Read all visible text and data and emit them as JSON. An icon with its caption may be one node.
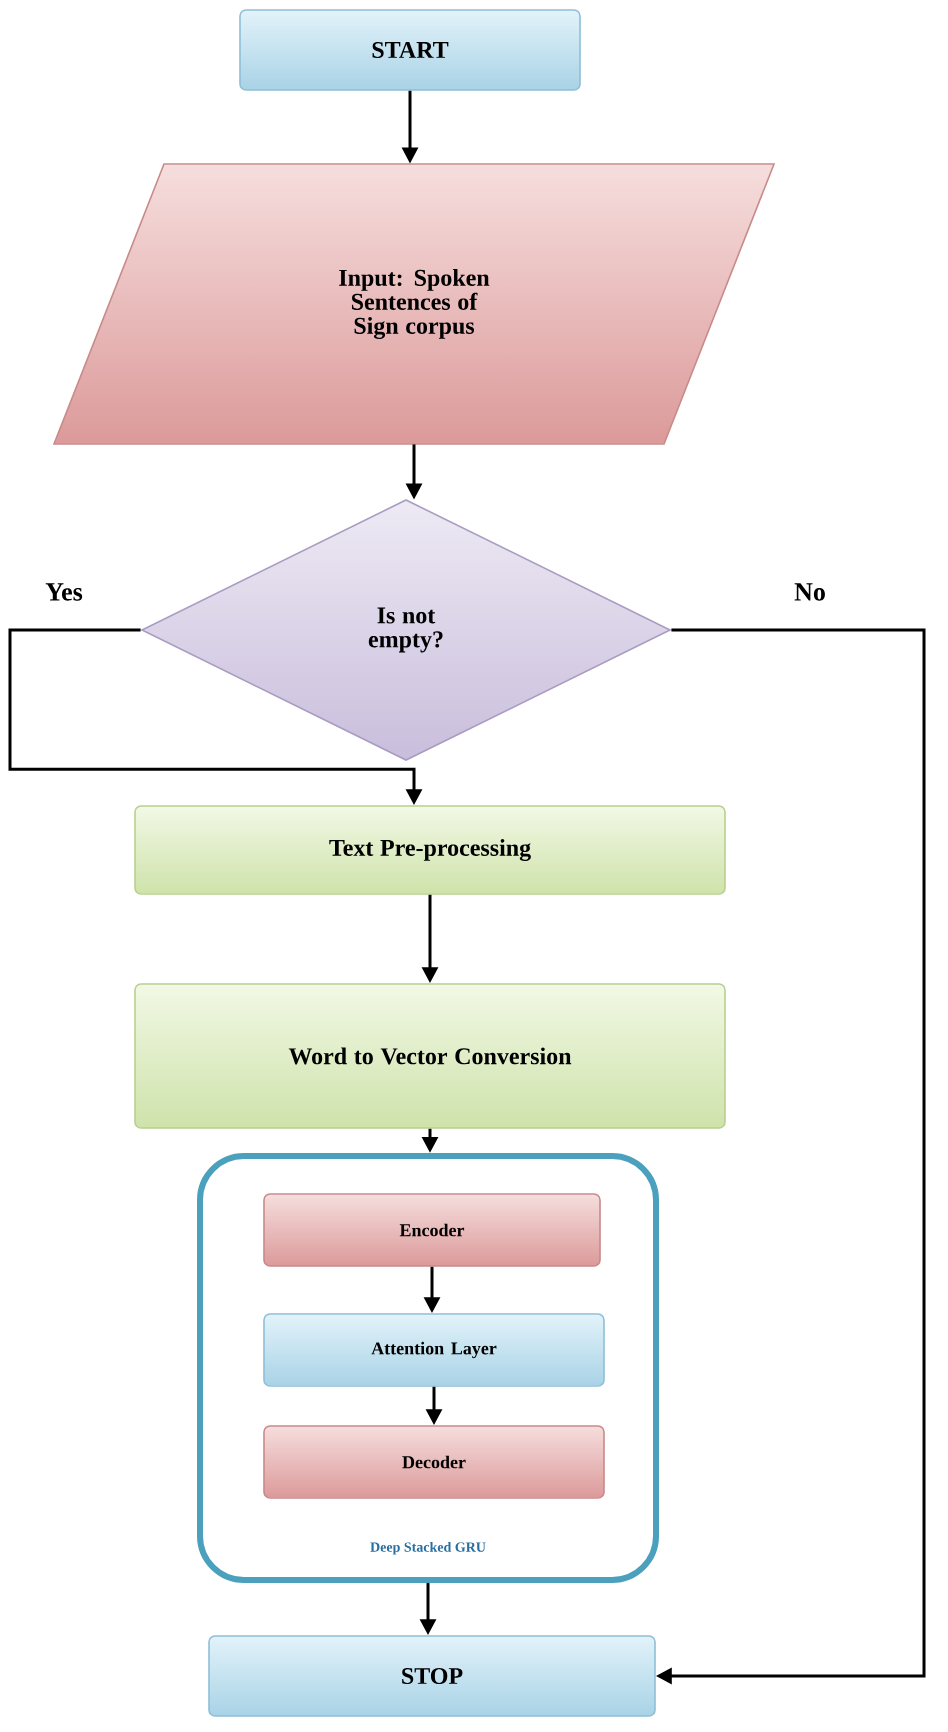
{
  "diagram": {
    "nodes": [
      {
        "text": [
          "START"
        ]
      },
      {
        "text": [
          "Input: Spoken Sentences of Sign corpus"
        ]
      },
      {
        "text": [
          "Is not empty?"
        ]
      },
      {
        "text": [
          "Text Pre-processing"
        ]
      },
      {
        "text": [
          "Word to Vector Conversion"
        ]
      },
      {
        "text": [
          "Deep Stacked GRU"
        ]
      },
      {
        "text": [
          "Encoder"
        ],
        "in": 5
      },
      {
        "text": [
          "Attention Layer"
        ],
        "in": 5
      },
      {
        "text": [
          "Decoder"
        ],
        "in": 5
      },
      {
        "text": [
          "STOP"
        ]
      }
    ],
    "edges": [
      {
        "from": 0,
        "to": 1,
        "arrow": "to"
      },
      {
        "from": 1,
        "to": 2,
        "arrow": "to"
      },
      {
        "from": 2,
        "to": 3,
        "arrow": "to",
        "label": "Yes"
      },
      {
        "from": 2,
        "to": 9,
        "arrow": "to",
        "label": "No"
      },
      {
        "from": 3,
        "to": 4,
        "arrow": "to"
      },
      {
        "from": 4,
        "to": 5,
        "arrow": "to"
      },
      {
        "from": 6,
        "to": 7,
        "arrow": "to"
      },
      {
        "from": 7,
        "to": 8,
        "arrow": "to"
      },
      {
        "from": 5,
        "to": 9,
        "arrow": "to"
      }
    ]
  }
}
